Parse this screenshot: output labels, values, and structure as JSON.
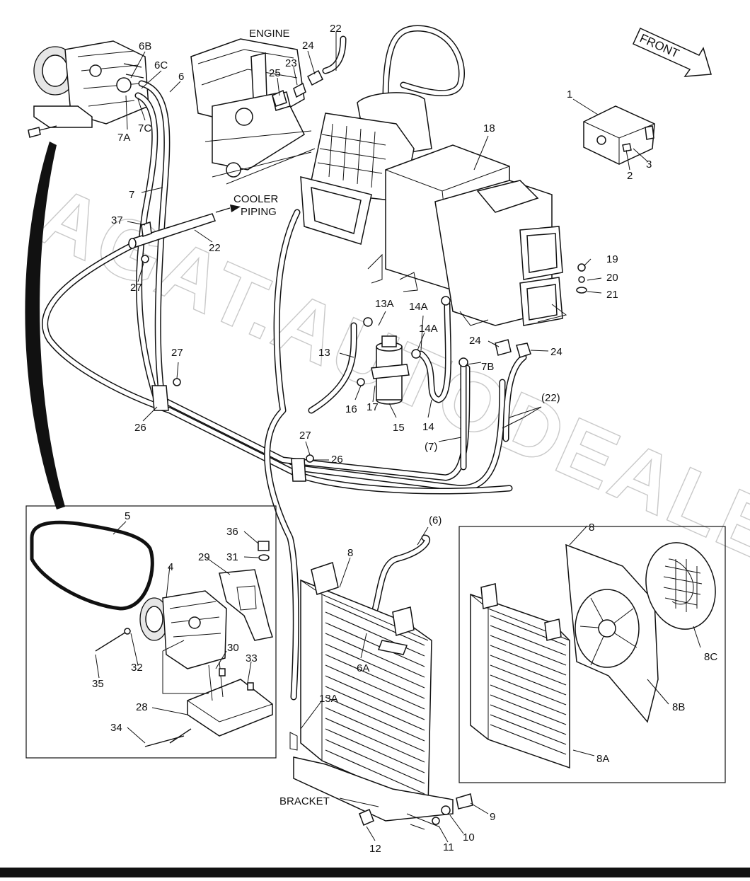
{
  "figure": {
    "engine_label": "ENGINE",
    "front_label": "FRONT",
    "cooler_piping_label": [
      "COOLER",
      "PIPING"
    ],
    "bracket_label": "BRACKET",
    "watermark_text": "AGAT.AUTODEALER.RU"
  },
  "callouts": [
    {
      "id": "c-22-top",
      "text": "22"
    },
    {
      "id": "c-24-top",
      "text": "24"
    },
    {
      "id": "c-23",
      "text": "23"
    },
    {
      "id": "c-25",
      "text": "25"
    },
    {
      "id": "c-6b",
      "text": "6B"
    },
    {
      "id": "c-6c",
      "text": "6C"
    },
    {
      "id": "c-6",
      "text": "6"
    },
    {
      "id": "c-7a",
      "text": "7A"
    },
    {
      "id": "c-7c",
      "text": "7C"
    },
    {
      "id": "c-1",
      "text": "1"
    },
    {
      "id": "c-2",
      "text": "2"
    },
    {
      "id": "c-3",
      "text": "3"
    },
    {
      "id": "c-18",
      "text": "18"
    },
    {
      "id": "c-7",
      "text": "7"
    },
    {
      "id": "c-37",
      "text": "37"
    },
    {
      "id": "c-22-mid",
      "text": "22"
    },
    {
      "id": "c-27-a",
      "text": "27"
    },
    {
      "id": "c-19",
      "text": "19"
    },
    {
      "id": "c-20",
      "text": "20"
    },
    {
      "id": "c-21",
      "text": "21"
    },
    {
      "id": "c-13a-top",
      "text": "13A"
    },
    {
      "id": "c-14a-left",
      "text": "14A"
    },
    {
      "id": "c-14a-right",
      "text": "14A"
    },
    {
      "id": "c-13",
      "text": "13"
    },
    {
      "id": "c-24-mid",
      "text": "24"
    },
    {
      "id": "c-24-right",
      "text": "24"
    },
    {
      "id": "c-7b",
      "text": "7B"
    },
    {
      "id": "c-27-b",
      "text": "27"
    },
    {
      "id": "c-17",
      "text": "17"
    },
    {
      "id": "c-16",
      "text": "16"
    },
    {
      "id": "c-15",
      "text": "15"
    },
    {
      "id": "c-14",
      "text": "14"
    },
    {
      "id": "c-22-paren",
      "text": "(22)"
    },
    {
      "id": "c-7-paren",
      "text": "(7)"
    },
    {
      "id": "c-26-left",
      "text": "26"
    },
    {
      "id": "c-27-c",
      "text": "27"
    },
    {
      "id": "c-26-right",
      "text": "26"
    },
    {
      "id": "c-5",
      "text": "5"
    },
    {
      "id": "c-36",
      "text": "36"
    },
    {
      "id": "c-31",
      "text": "31"
    },
    {
      "id": "c-4",
      "text": "4"
    },
    {
      "id": "c-29",
      "text": "29"
    },
    {
      "id": "c-30",
      "text": "30"
    },
    {
      "id": "c-33",
      "text": "33"
    },
    {
      "id": "c-32",
      "text": "32"
    },
    {
      "id": "c-35",
      "text": "35"
    },
    {
      "id": "c-28",
      "text": "28"
    },
    {
      "id": "c-34",
      "text": "34"
    },
    {
      "id": "c-6-paren",
      "text": "(6)"
    },
    {
      "id": "c-8-center",
      "text": "8"
    },
    {
      "id": "c-6a",
      "text": "6A"
    },
    {
      "id": "c-13a-low",
      "text": "13A"
    },
    {
      "id": "c-8-right",
      "text": "8"
    },
    {
      "id": "c-8c",
      "text": "8C"
    },
    {
      "id": "c-8b",
      "text": "8B"
    },
    {
      "id": "c-8a",
      "text": "8A"
    },
    {
      "id": "c-9",
      "text": "9"
    },
    {
      "id": "c-10",
      "text": "10"
    },
    {
      "id": "c-11",
      "text": "11"
    },
    {
      "id": "c-12",
      "text": "12"
    }
  ]
}
